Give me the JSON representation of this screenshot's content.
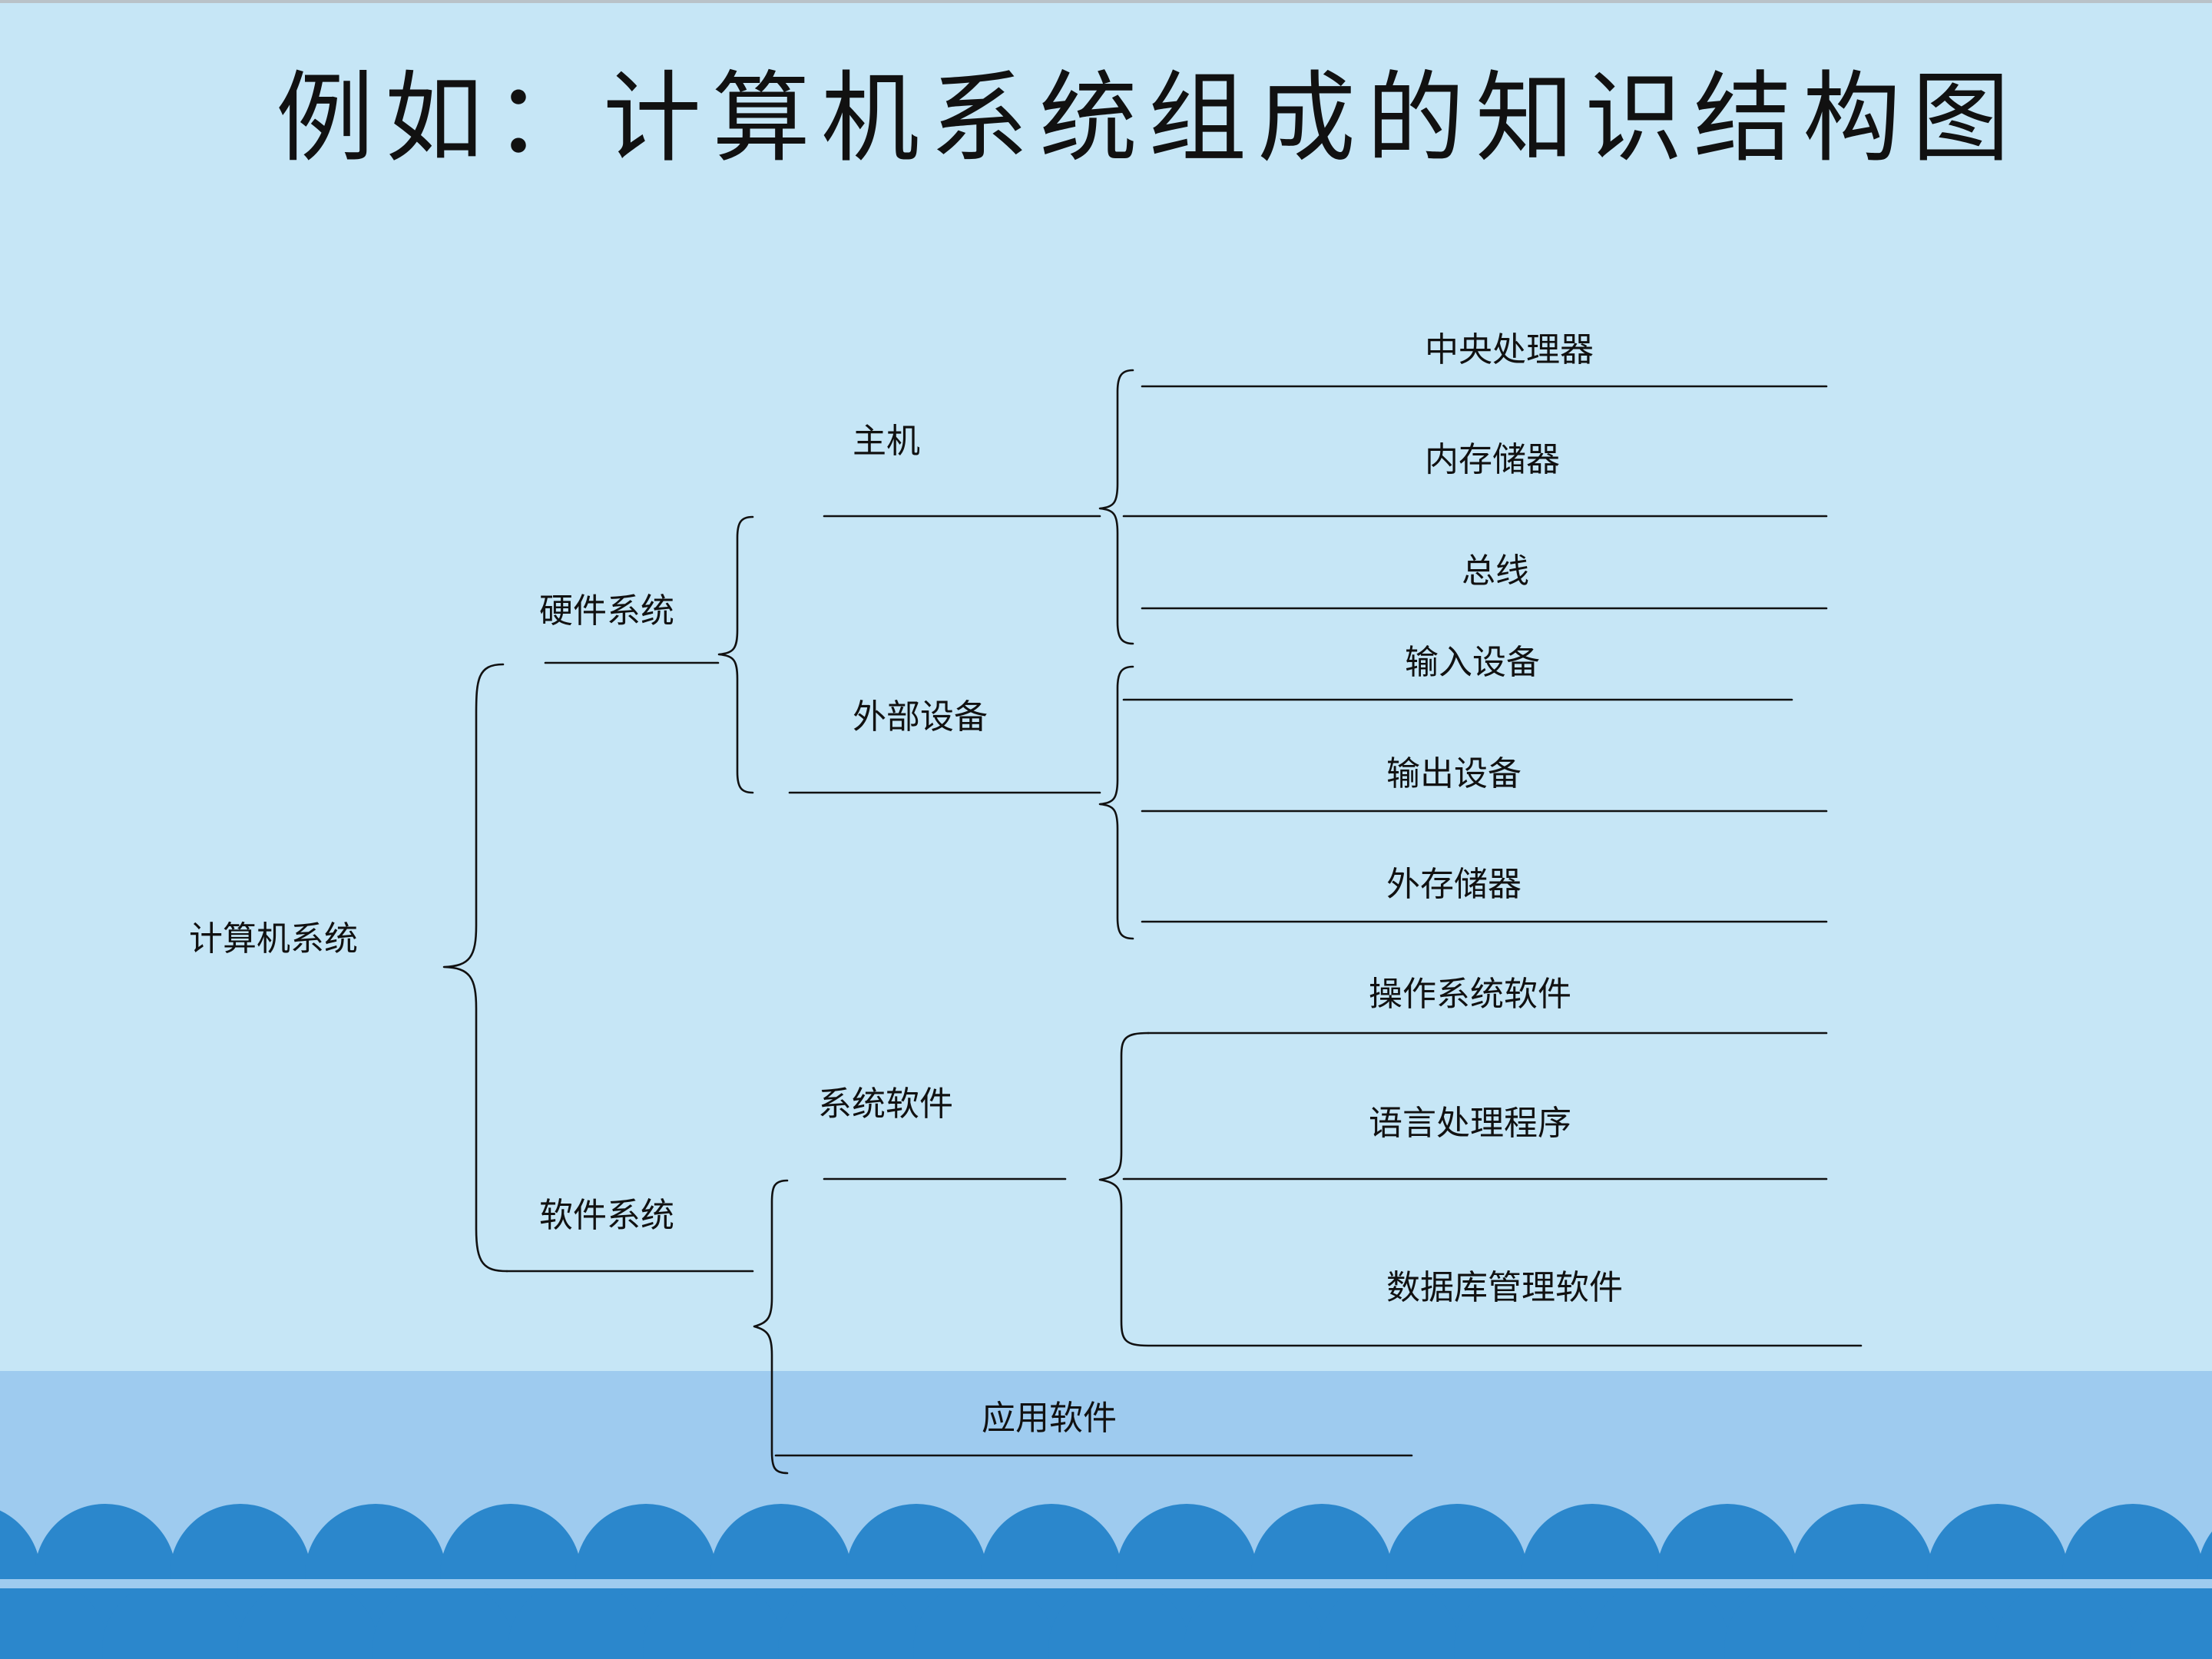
{
  "title": "例如：计算机系统组成的知识结构图",
  "diagram": {
    "root": "计算机系统",
    "level1": {
      "hardware": "硬件系统",
      "software": "软件系统"
    },
    "level2": {
      "host": "主机",
      "peripherals": "外部设备",
      "system_software": "系统软件",
      "application_software": "应用软件"
    },
    "leaves": {
      "cpu": "中央处理器",
      "memory": "内存储器",
      "bus": "总线",
      "input_device": "输入设备",
      "output_device": "输出设备",
      "external_storage": "外存储器",
      "os_software": "操作系统软件",
      "language_processor": "语言处理程序",
      "dbms_software": "数据库管理软件"
    }
  },
  "colors": {
    "background": "#c6e6f6",
    "lower_band": "#9ecbef",
    "scallop": "#2b87cc",
    "line": "#111111"
  }
}
